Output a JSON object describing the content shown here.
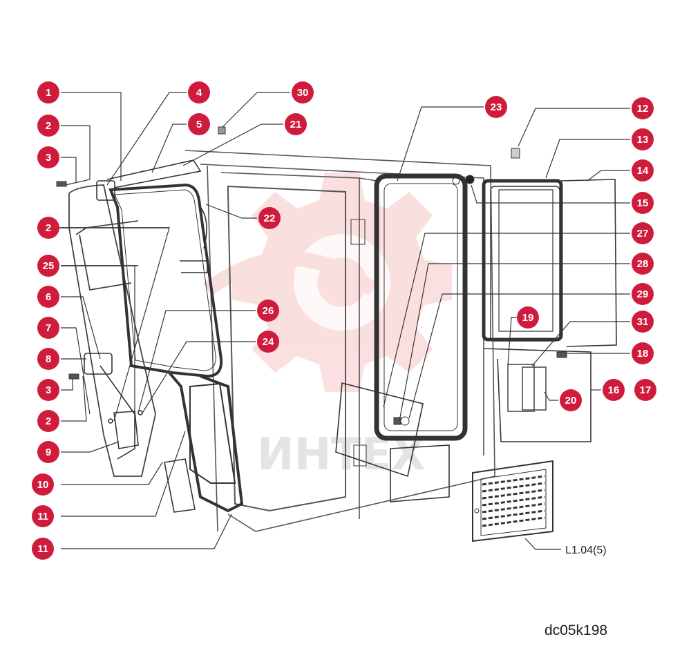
{
  "diagram": {
    "drawing_id": "dc05k198",
    "reference_label": "L1.04(5)",
    "watermark_text": "ИНТЕХ",
    "callout_color": "#d01c3c",
    "line_color": "#333333",
    "callouts": [
      {
        "id": "c1",
        "label": "1"
      },
      {
        "id": "c2a",
        "label": "2"
      },
      {
        "id": "c3a",
        "label": "3"
      },
      {
        "id": "c4",
        "label": "4"
      },
      {
        "id": "c5",
        "label": "5"
      },
      {
        "id": "c30",
        "label": "30"
      },
      {
        "id": "c21",
        "label": "21"
      },
      {
        "id": "c22",
        "label": "22"
      },
      {
        "id": "c2b",
        "label": "2"
      },
      {
        "id": "c25",
        "label": "25"
      },
      {
        "id": "c6",
        "label": "6"
      },
      {
        "id": "c7",
        "label": "7"
      },
      {
        "id": "c8",
        "label": "8"
      },
      {
        "id": "c3b",
        "label": "3"
      },
      {
        "id": "c2c",
        "label": "2"
      },
      {
        "id": "c9",
        "label": "9"
      },
      {
        "id": "c10",
        "label": "10"
      },
      {
        "id": "c11a",
        "label": "11"
      },
      {
        "id": "c11b",
        "label": "11"
      },
      {
        "id": "c26",
        "label": "26"
      },
      {
        "id": "c24",
        "label": "24"
      },
      {
        "id": "c23",
        "label": "23"
      },
      {
        "id": "c12",
        "label": "12"
      },
      {
        "id": "c13",
        "label": "13"
      },
      {
        "id": "c14",
        "label": "14"
      },
      {
        "id": "c15",
        "label": "15"
      },
      {
        "id": "c27",
        "label": "27"
      },
      {
        "id": "c28",
        "label": "28"
      },
      {
        "id": "c29",
        "label": "29"
      },
      {
        "id": "c19",
        "label": "19"
      },
      {
        "id": "c31",
        "label": "31"
      },
      {
        "id": "c18",
        "label": "18"
      },
      {
        "id": "c16",
        "label": "16"
      },
      {
        "id": "c17",
        "label": "17"
      },
      {
        "id": "c20",
        "label": "20"
      }
    ]
  }
}
